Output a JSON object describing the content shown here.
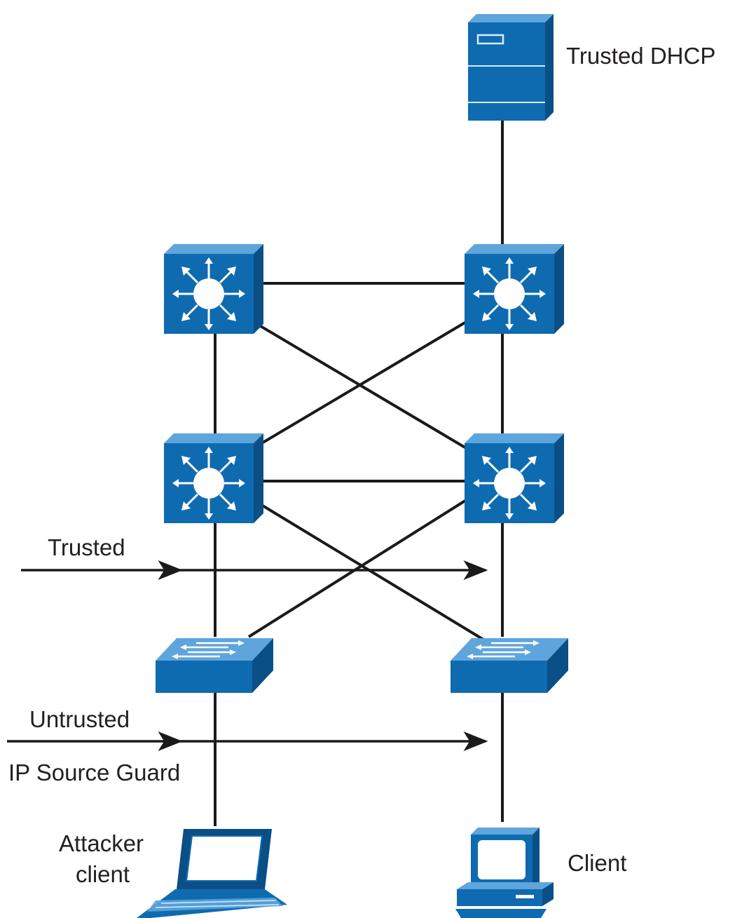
{
  "labels": {
    "dhcp": "Trusted DHCP",
    "trusted": "Trusted",
    "untrusted": "Untrusted",
    "ipsg": "IP Source Guard",
    "attacker_line1": "Attacker",
    "attacker_line2": "client",
    "client": "Client"
  },
  "colors": {
    "device_blue": "#0e6bb0",
    "device_top": "#5ea5dc",
    "device_side": "#0a4f86",
    "line": "#1a1a1a"
  },
  "icons": {
    "server": "server-icon",
    "multilayer_switch": "multilayer-switch-icon",
    "workgroup_switch": "workgroup-switch-icon",
    "laptop": "laptop-icon",
    "workstation": "workstation-icon"
  }
}
